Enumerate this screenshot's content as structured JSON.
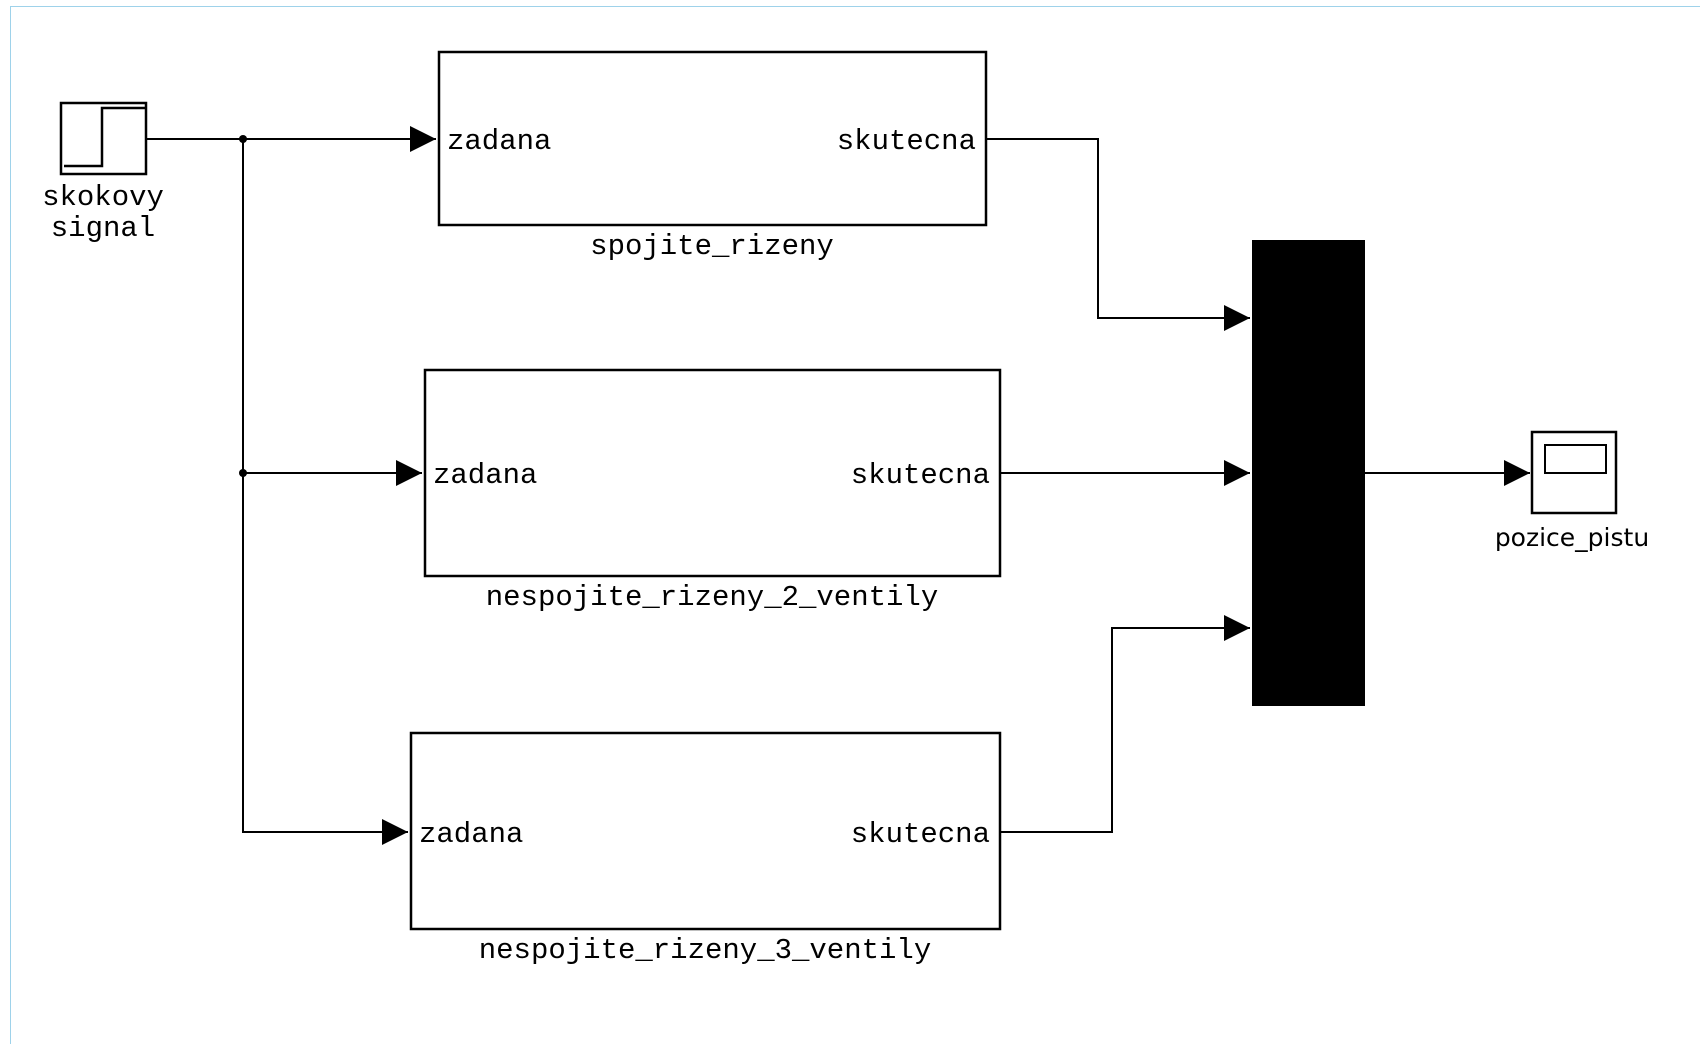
{
  "colors": {
    "background": "#ffffff",
    "line": "#000000",
    "frame": "#9ed2ea",
    "mux_fill": "#000000"
  },
  "source": {
    "label_line1": "skokovy",
    "label_line2": "signal",
    "icon": "step-signal-icon"
  },
  "subsystems": [
    {
      "name": "spojite_rizeny",
      "input_label": "zadana",
      "output_label": "skutecna"
    },
    {
      "name": "nespojite_rizeny_2_ventily",
      "input_label": "zadana",
      "output_label": "skutecna"
    },
    {
      "name": "nespojite_rizeny_3_ventily",
      "input_label": "zadana",
      "output_label": "skutecna"
    }
  ],
  "scope": {
    "label": "pozice_pistu",
    "icon": "scope-icon"
  }
}
